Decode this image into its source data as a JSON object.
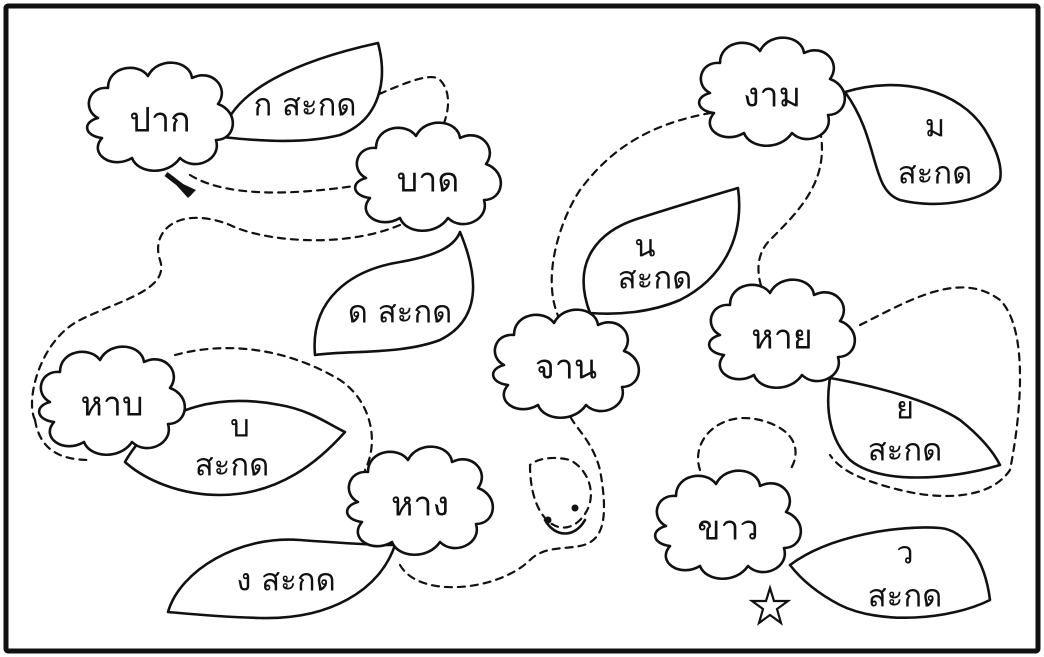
{
  "clouds": [
    {
      "word": "ปาก",
      "leaf": "ก สะกด"
    },
    {
      "word": "บาด",
      "leaf": "ด สะกด"
    },
    {
      "word": "หาบ",
      "leaf": "บ สะกด"
    },
    {
      "word": "หาง",
      "leaf": "ง สะกด"
    },
    {
      "word": "จาน",
      "leaf": "น สะกด"
    },
    {
      "word": "งาม",
      "leaf": "ม สะกด"
    },
    {
      "word": "หาย",
      "leaf": "ย สะกด"
    },
    {
      "word": "ขาว",
      "leaf": "ว สะกด"
    }
  ],
  "leaves_split": {
    "b_top": "บ",
    "b_bottom": "สะกด",
    "n_top": "น",
    "n_bottom": "สะกด",
    "m_top": "ม",
    "m_bottom": "สะกด",
    "y_top": "ย",
    "y_bottom": "สะกด",
    "w_top": "ว",
    "w_bottom": "สะกด"
  },
  "icons": [
    "start-arrow-icon",
    "smiley-face-icon",
    "finish-star-icon"
  ]
}
